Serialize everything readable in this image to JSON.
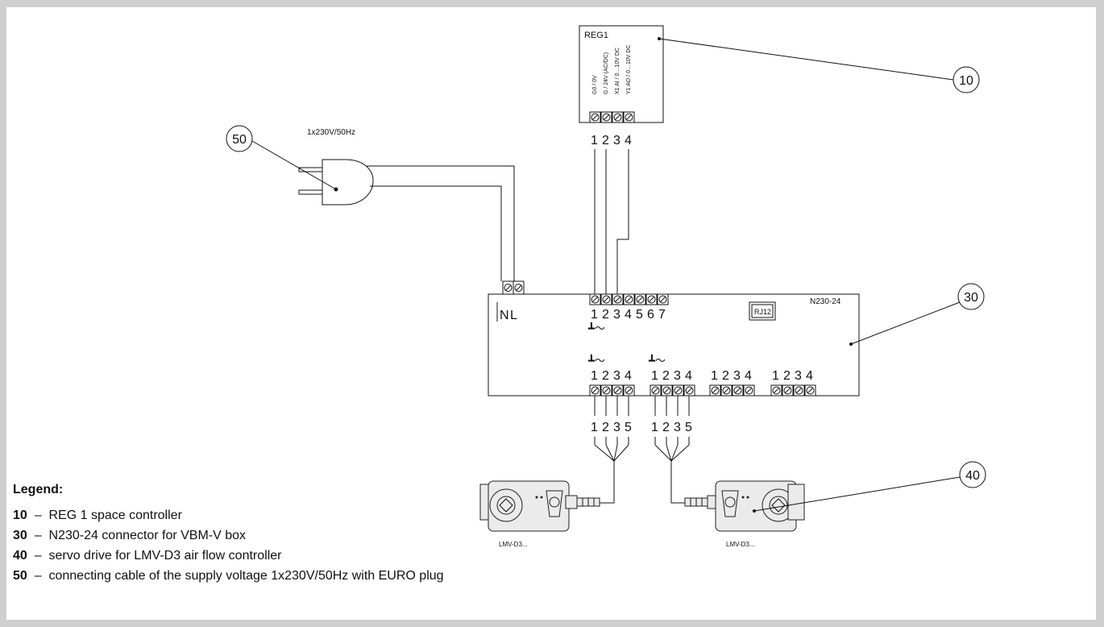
{
  "reg1": {
    "title": "REG1",
    "terminal_labels": [
      "G0 / 0V",
      "G / 24V (AC/DC)",
      "X1 AI / 0…10V DC",
      "Y1 AO / 0…10V DC"
    ],
    "terminal_numbers": [
      "1",
      "2",
      "3",
      "4"
    ]
  },
  "plug": {
    "label": "1x230V/50Hz"
  },
  "n230": {
    "title": "N230-24",
    "rj_label": "RJ12",
    "nl_labels": [
      "N",
      "L"
    ],
    "top_numbers": [
      "1",
      "2",
      "3",
      "4",
      "5",
      "6",
      "7"
    ],
    "ground_ac": "┻～"
  },
  "output_groups": [
    {
      "ground_ac": "┻～",
      "numbers": [
        "1",
        "2",
        "3",
        "4"
      ]
    },
    {
      "ground_ac": "┻～",
      "numbers": [
        "1",
        "2",
        "3",
        "4"
      ]
    },
    {
      "ground_ac": "",
      "numbers": [
        "1",
        "2",
        "3",
        "4"
      ]
    },
    {
      "ground_ac": "",
      "numbers": [
        "1",
        "2",
        "3",
        "4"
      ]
    }
  ],
  "cable_numbers": [
    [
      "1",
      "2",
      "3",
      "5"
    ],
    [
      "1",
      "2",
      "3",
      "5"
    ]
  ],
  "actuators": [
    {
      "label": "LMV-D3..."
    },
    {
      "label": "LMV-D3..."
    }
  ],
  "callouts": [
    "10",
    "30",
    "40",
    "50"
  ],
  "legend": {
    "title": "Legend:",
    "items": [
      {
        "num": "10",
        "text": "REG 1 space controller"
      },
      {
        "num": "30",
        "text": "N230-24 connector for VBM-V box"
      },
      {
        "num": "40",
        "text": "servo drive for LMV-D3 air flow controller"
      },
      {
        "num": "50",
        "text": "connecting cable of the supply voltage 1x230V/50Hz with EURO plug"
      }
    ]
  },
  "colors": {
    "background": "#cfcfcf",
    "panel": "#ffffff",
    "line": "#111111"
  }
}
